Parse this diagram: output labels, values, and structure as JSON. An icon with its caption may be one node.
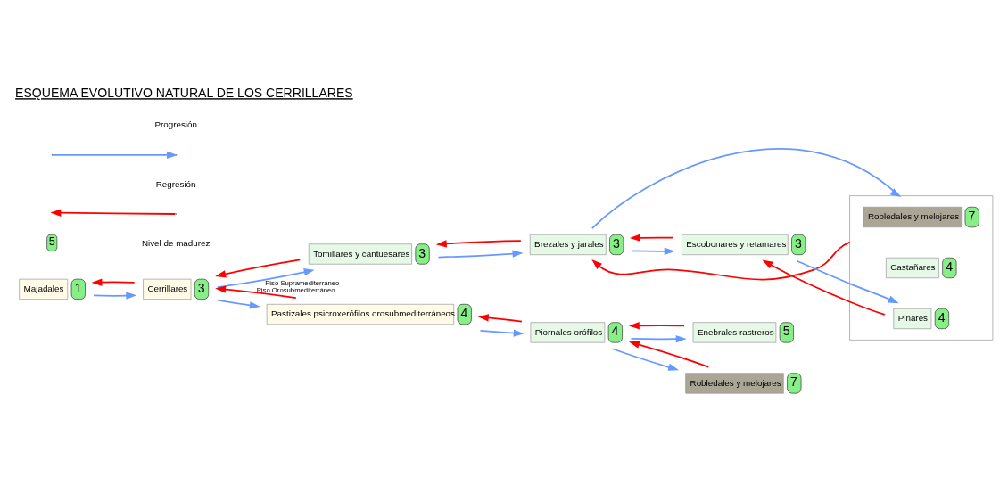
{
  "diagram": {
    "title": "ESQUEMA EVOLUTIVO NATURAL DE LOS CERRILLARES",
    "nodes": [
      {
        "text": [
          "Cerrillares"
        ],
        "beside": [
          "3"
        ]
      },
      {
        "text": [
          "Tomillares y cantuesares"
        ],
        "beside": [
          "3"
        ]
      },
      {
        "text": [
          "Brezales y jarales"
        ],
        "beside": [
          "3"
        ]
      },
      {
        "text": [],
        "shape": "box"
      },
      {
        "text": [
          "Robledales y melojares"
        ],
        "beside": [
          "7"
        ],
        "in": 3
      },
      {
        "text": [
          "Castañares"
        ],
        "beside": [
          "4"
        ],
        "in": 3
      },
      {
        "text": [
          "Pinares"
        ],
        "beside": [
          "4"
        ],
        "in": 3
      },
      {
        "text": [
          "Majadales"
        ],
        "beside": [
          "1"
        ]
      },
      {
        "text": [
          "Escobonares y retamares"
        ],
        "beside": [
          "3"
        ]
      },
      {
        "text": [
          "Pastizales psicroxerófilos orosubmediterráneos"
        ],
        "beside": [
          "4"
        ]
      },
      {
        "text": [
          "Enebrales rastreros"
        ],
        "beside": [
          "5"
        ]
      },
      {
        "text": [
          "Piornales orófilos"
        ],
        "beside": [
          "4"
        ]
      },
      {
        "text": [
          "Robledales y melojares"
        ],
        "beside": [
          "7"
        ]
      }
    ],
    "edges": [
      {
        "from": 0,
        "to": 1,
        "arrow": "to",
        "color": "#6699ff",
        "label": "Piso Supramediterráneo"
      },
      {
        "from": 1,
        "to": 0,
        "arrow": "to",
        "color": "#ff0000"
      },
      {
        "from": 1,
        "to": 2,
        "arrow": "to",
        "color": "#6699ff"
      },
      {
        "from": 2,
        "to": 1,
        "arrow": "to",
        "color": "#ff0000"
      },
      {
        "from": 2,
        "to": 3,
        "arrow": "to",
        "color": "#6699ff"
      },
      {
        "from": 3,
        "to": 2,
        "arrow": "to",
        "color": "#ff0000"
      },
      {
        "from": 7,
        "to": 0,
        "arrow": "to",
        "color": "#6699ff"
      },
      {
        "from": 0,
        "to": 7,
        "arrow": "to",
        "color": "#ff0000"
      },
      {
        "from": 2,
        "to": 8,
        "arrow": "to",
        "color": "#6699ff"
      },
      {
        "from": 8,
        "to": 2,
        "arrow": "to",
        "color": "#ff0000"
      },
      {
        "from": 8,
        "to": 6,
        "arrow": "to",
        "color": "#6699ff"
      },
      {
        "from": 6,
        "to": 8,
        "arrow": "to",
        "color": "#ff0000"
      },
      {
        "from": 0,
        "to": 9,
        "arrow": "to",
        "color": "#6699ff"
      },
      {
        "from": 9,
        "to": 0,
        "arrow": "to",
        "color": "#ff0000",
        "label": "Piso Orosubmediterráneo"
      },
      {
        "from": 11,
        "to": 9,
        "arrow": "to",
        "color": "#ff0000"
      },
      {
        "from": 9,
        "to": 11,
        "arrow": "to",
        "color": "#6699ff"
      },
      {
        "from": 11,
        "to": 10,
        "arrow": "to",
        "color": "#6699ff"
      },
      {
        "from": 10,
        "to": 11,
        "arrow": "to",
        "color": "#ff0000"
      },
      {
        "from": 11,
        "to": 12,
        "arrow": "to",
        "color": "#6699ff"
      },
      {
        "from": 12,
        "to": 11,
        "arrow": "to",
        "color": "#ff0000"
      }
    ],
    "labels": [
      "5"
    ],
    "legend": [
      {
        "text": "Progresión"
      },
      {
        "text": "Regresión"
      },
      {
        "text": "Nivel de madurez"
      }
    ]
  }
}
